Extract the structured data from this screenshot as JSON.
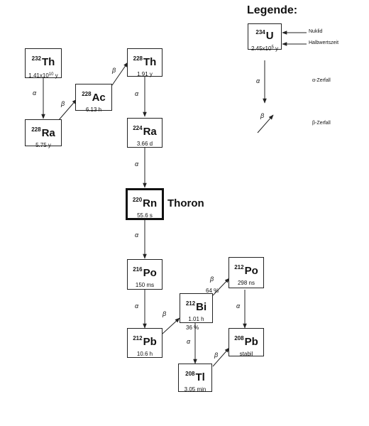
{
  "legend": {
    "title": "Legende:",
    "example": {
      "mass": "234",
      "symbol": "U",
      "hl_base": "2.45x10",
      "hl_exp": "5",
      "hl_unit": " y"
    },
    "nuklid_label": "Nuklid",
    "halbwertszeit_label": "Halbwertszeit",
    "alpha_symbol": "α",
    "alpha_label": "α-Zerfall",
    "beta_symbol": "β",
    "beta_label": "β-Zerfall"
  },
  "nuclides": {
    "th232": {
      "mass": "232",
      "symbol": "Th",
      "hl_base": "1.41x10",
      "hl_exp": "10",
      "hl_unit": " y"
    },
    "ra228": {
      "mass": "228",
      "symbol": "Ra",
      "hl": "5.75 y"
    },
    "ac228": {
      "mass": "228",
      "symbol": "Ac",
      "hl": "6.13 h"
    },
    "th228": {
      "mass": "228",
      "symbol": "Th",
      "hl": "1.91 y"
    },
    "ra224": {
      "mass": "224",
      "symbol": "Ra",
      "hl": "3.66 d"
    },
    "rn220": {
      "mass": "220",
      "symbol": "Rn",
      "hl": "55.6 s"
    },
    "po216": {
      "mass": "216",
      "symbol": "Po",
      "hl": "150 ms"
    },
    "pb212": {
      "mass": "212",
      "symbol": "Pb",
      "hl": "10.6 h"
    },
    "bi212": {
      "mass": "212",
      "symbol": "Bi",
      "hl": "1.01 h"
    },
    "po212": {
      "mass": "212",
      "symbol": "Po",
      "hl": "298 ns"
    },
    "tl208": {
      "mass": "208",
      "symbol": "Tl",
      "hl": "3.05 min"
    },
    "pb208": {
      "mass": "208",
      "symbol": "Pb",
      "hl": "stabil"
    }
  },
  "thoron_label": "Thoron",
  "decays": {
    "alpha": "α",
    "beta": "β",
    "branch_beta": "64 %",
    "branch_alpha": "36 %"
  }
}
